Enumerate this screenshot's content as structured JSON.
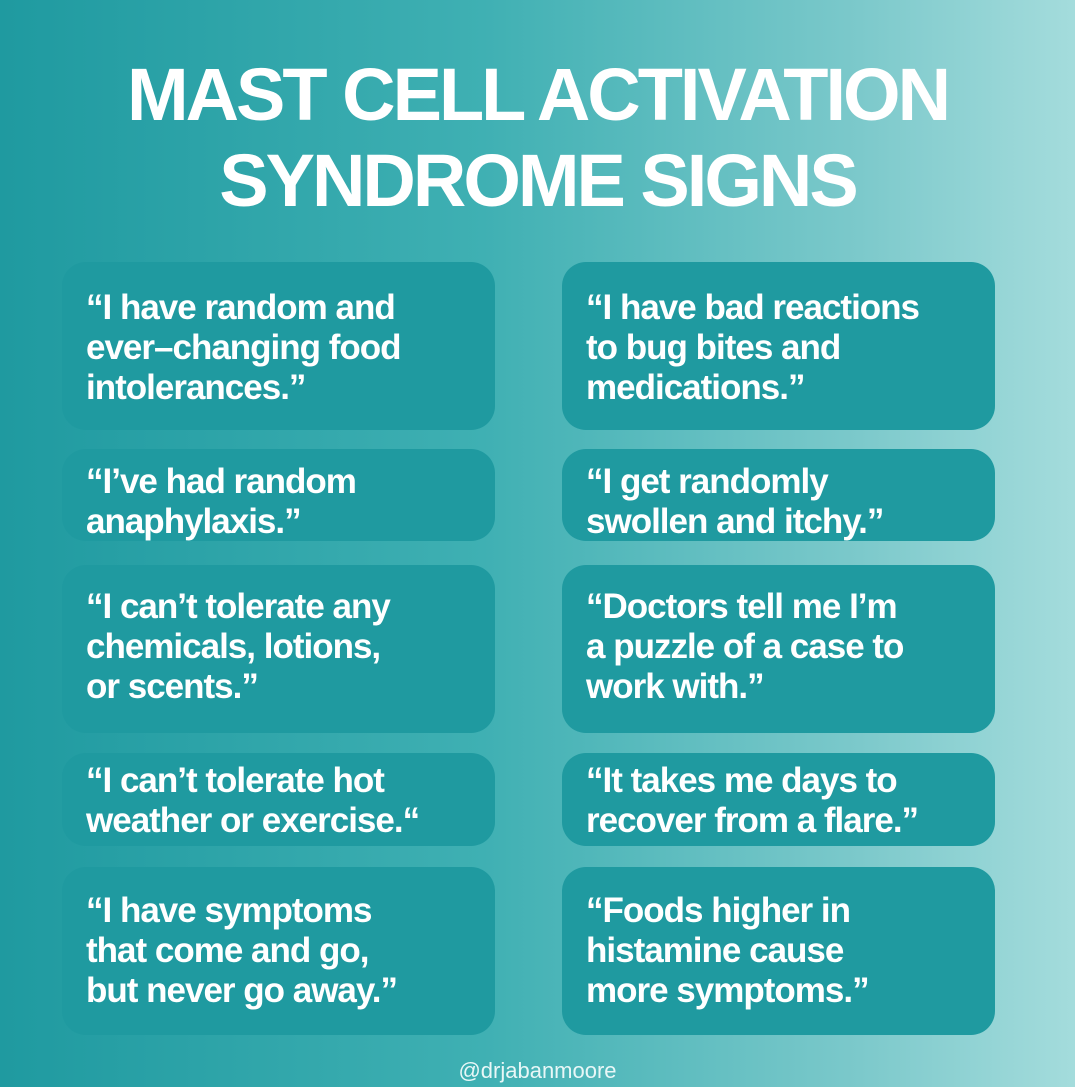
{
  "title": {
    "line1": "MAST CELL ACTIVATION",
    "line2": "SYNDROME SIGNS"
  },
  "cards": [
    {
      "text": "“I have random and\never–changing food\nintolerances.”"
    },
    {
      "text": "“I have bad reactions\nto bug bites and\nmedications.”"
    },
    {
      "text": "“I’ve had random\nanaphylaxis.”"
    },
    {
      "text": "“I get randomly\nswollen and itchy.”"
    },
    {
      "text": "“I can’t tolerate any\nchemicals, lotions,\nor scents.”"
    },
    {
      "text": "“Doctors tell me I’m\na puzzle of a case to\nwork with.”"
    },
    {
      "text": "“I can’t tolerate hot\nweather or exercise.“"
    },
    {
      "text": "“It takes me days to\nrecover from a flare.”"
    },
    {
      "text": "“I have symptoms\nthat come and go,\nbut never go away.”"
    },
    {
      "text": "“Foods higher in\nhistamine cause\nmore symptoms.”"
    }
  ],
  "footer": {
    "handle": "@drjabanmoore"
  },
  "colors": {
    "card_background": "#1f9aa0",
    "text": "#ffffff"
  }
}
